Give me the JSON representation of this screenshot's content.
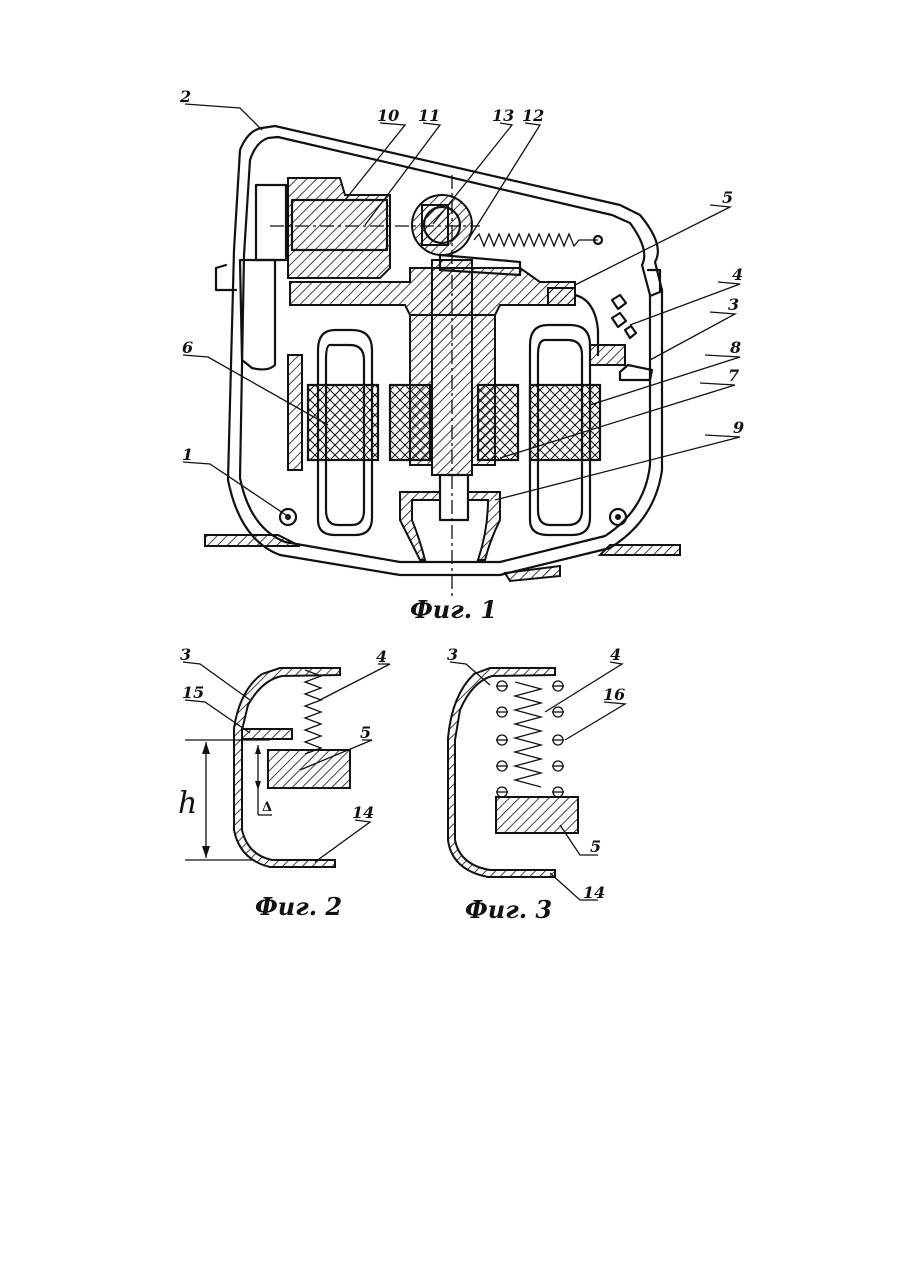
{
  "labels": {
    "l1": "1",
    "l2": "2",
    "l3": "3",
    "l4": "4",
    "l5": "5",
    "l6": "6",
    "l7": "7",
    "l8": "8",
    "l9": "9",
    "l10": "10",
    "l11": "11",
    "l12": "12",
    "l13": "13"
  },
  "fig2_labels": {
    "l3": "3",
    "l4": "4",
    "l5": "5",
    "l15": "15",
    "l14": "14",
    "h": "h",
    "delta": "Δ"
  },
  "fig3_labels": {
    "l3": "3",
    "l4": "4",
    "l16": "16",
    "l5": "5",
    "l14": "14"
  },
  "captions": {
    "fig1": "Фиг. 1",
    "fig2": "Фиг. 2",
    "fig3": "Фиг. 3"
  }
}
